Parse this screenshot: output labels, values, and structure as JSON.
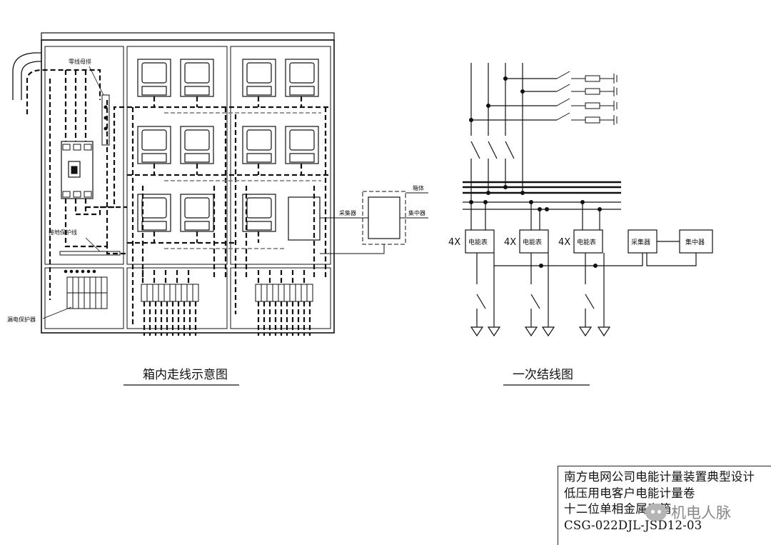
{
  "left_diagram": {
    "title": "箱内走线示意图",
    "labels": {
      "neutral_bar": "零线母排",
      "ground_wire": "接地保护线",
      "leakage_protector": "漏电保护器",
      "collector": "采集器",
      "box_body": "箱体",
      "concentrator": "集中器"
    }
  },
  "right_diagram": {
    "title": "一次结线图",
    "meter_prefix": "4X",
    "meter_label": "电能表",
    "collector": "采集器",
    "concentrator": "集中器"
  },
  "title_block": {
    "line1": "南方电网公司电能计量装置典型设计",
    "line2": "低压用电客户电能计量卷",
    "line3": "十二位单相金属表箱",
    "line4": "CSG-022DJL-JSD12-03"
  },
  "watermark": {
    "text": "机电人脉"
  }
}
